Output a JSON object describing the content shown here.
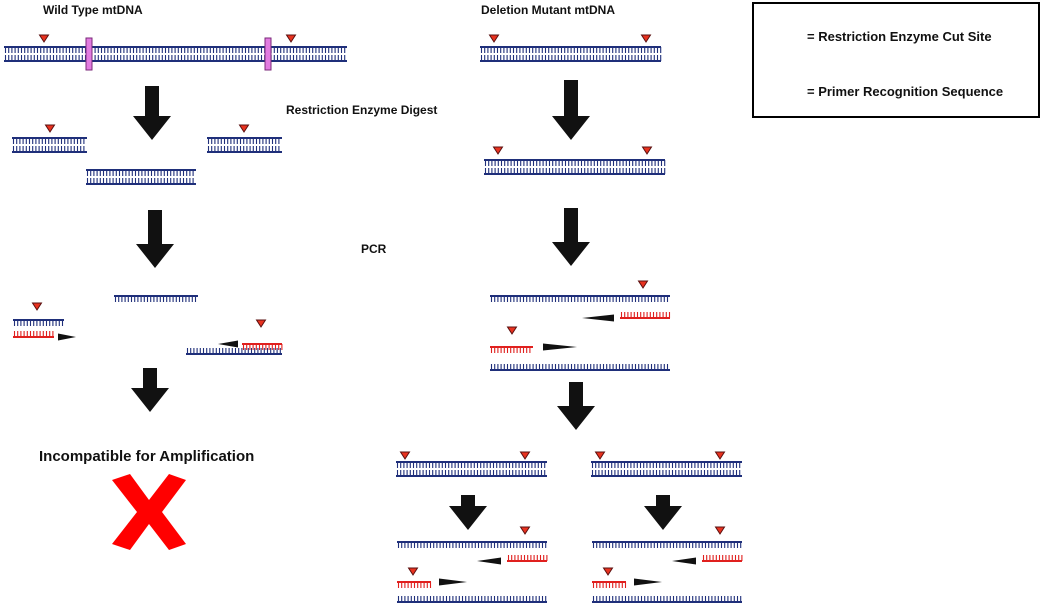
{
  "labels": {
    "wild_type": "Wild Type mtDNA",
    "deletion_mutant": "Deletion Mutant mtDNA",
    "restriction_digest": "Restriction Enzyme Digest",
    "pcr": "PCR",
    "incompatible": "Incompatible for Amplification"
  },
  "legend": {
    "cut_site": "= Restriction Enzyme Cut Site",
    "primer_site": "= Primer Recognition Sequence"
  },
  "colors": {
    "dna_strand": "#1f2f7a",
    "primer": "#e0201e",
    "cut_site": "#e27be0",
    "arrow": "#111111",
    "cross": "#ff0000",
    "marker": "#e8321f"
  }
}
